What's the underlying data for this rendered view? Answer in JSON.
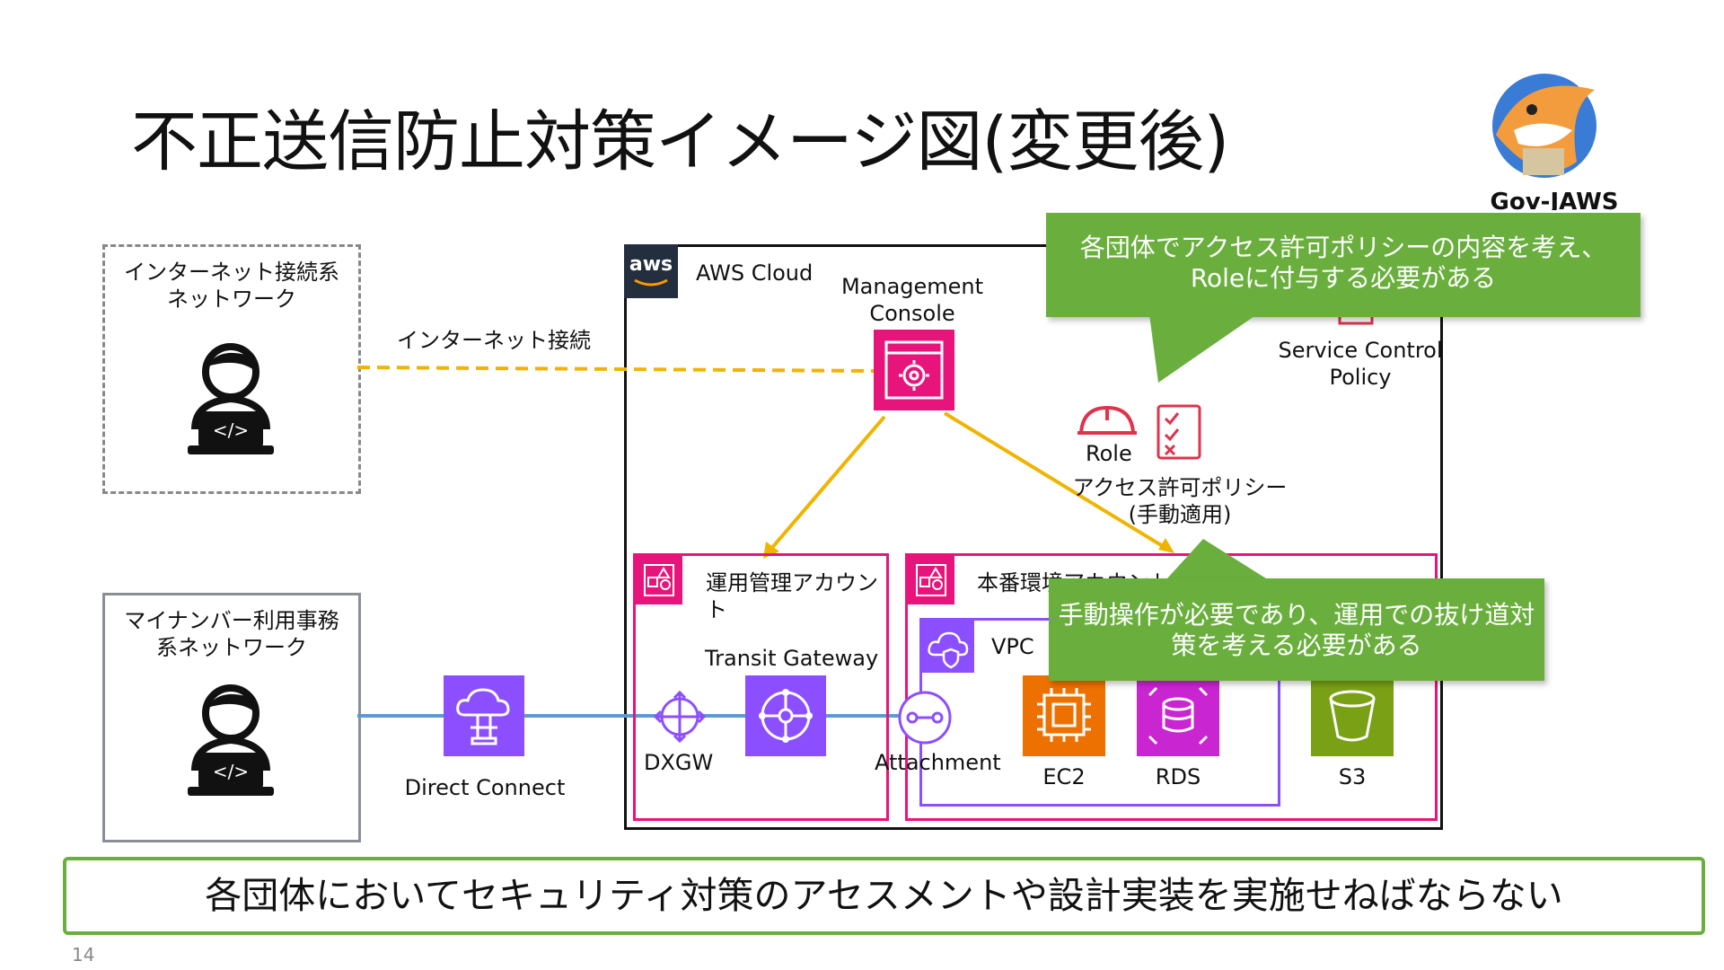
{
  "title": "不正送信防止対策イメージ図(変更後)",
  "page_number": "14",
  "logo": {
    "text": "Gov-JAWS"
  },
  "internet_network": {
    "label_line1": "インターネット接続系",
    "label_line2": "ネットワーク"
  },
  "internet_connection": {
    "label": "インターネット接続"
  },
  "mynumber_network": {
    "label_line1": "マイナンバー利用事務",
    "label_line2": "系ネットワーク"
  },
  "direct_connect": {
    "label": "Direct Connect"
  },
  "aws_cloud": {
    "logo_text": "aws",
    "label": "AWS Cloud"
  },
  "management_console": {
    "label_line1": "Management",
    "label_line2": "Console"
  },
  "service_control_policy": {
    "label_line1": "Service Control",
    "label_line2": "Policy"
  },
  "role": {
    "label": "Role"
  },
  "access_policy": {
    "label_line1": "アクセス許可ポリシー",
    "label_line2": "(手動適用)"
  },
  "ops_account": {
    "label_line1": "運用管理アカウン",
    "label_line2": "ト"
  },
  "prod_account": {
    "label": "本番環境アカウント"
  },
  "transit_gateway": {
    "label": "Transit Gateway"
  },
  "dxgw": {
    "label": "DXGW"
  },
  "attachment": {
    "label": "Attachment"
  },
  "vpc": {
    "label": "VPC"
  },
  "services": {
    "ec2": "EC2",
    "rds": "RDS",
    "s3": "S3"
  },
  "callout_top": {
    "line1": "各団体でアクセス許可ポリシーの内容を考え、",
    "line2": "Roleに付与する必要がある"
  },
  "callout_bottom": {
    "line1": "手動操作が必要であり、運用での抜け道対",
    "line2": "策を考える必要がある"
  },
  "conclusion": "各団体においてセキュリティ対策のアセスメントや設計実装を実施せねばならない",
  "colors": {
    "callout_green": "#6aaf3d",
    "connection_yellow": "#f0b400",
    "connection_blue": "#5b9bd5",
    "account_pink": "#e7157b",
    "vpc_purple": "#8c4fff",
    "ec2_orange": "#ed7100",
    "rds_magenta": "#c925d1",
    "s3_green": "#7aa116",
    "policy_red": "#dd344c"
  }
}
